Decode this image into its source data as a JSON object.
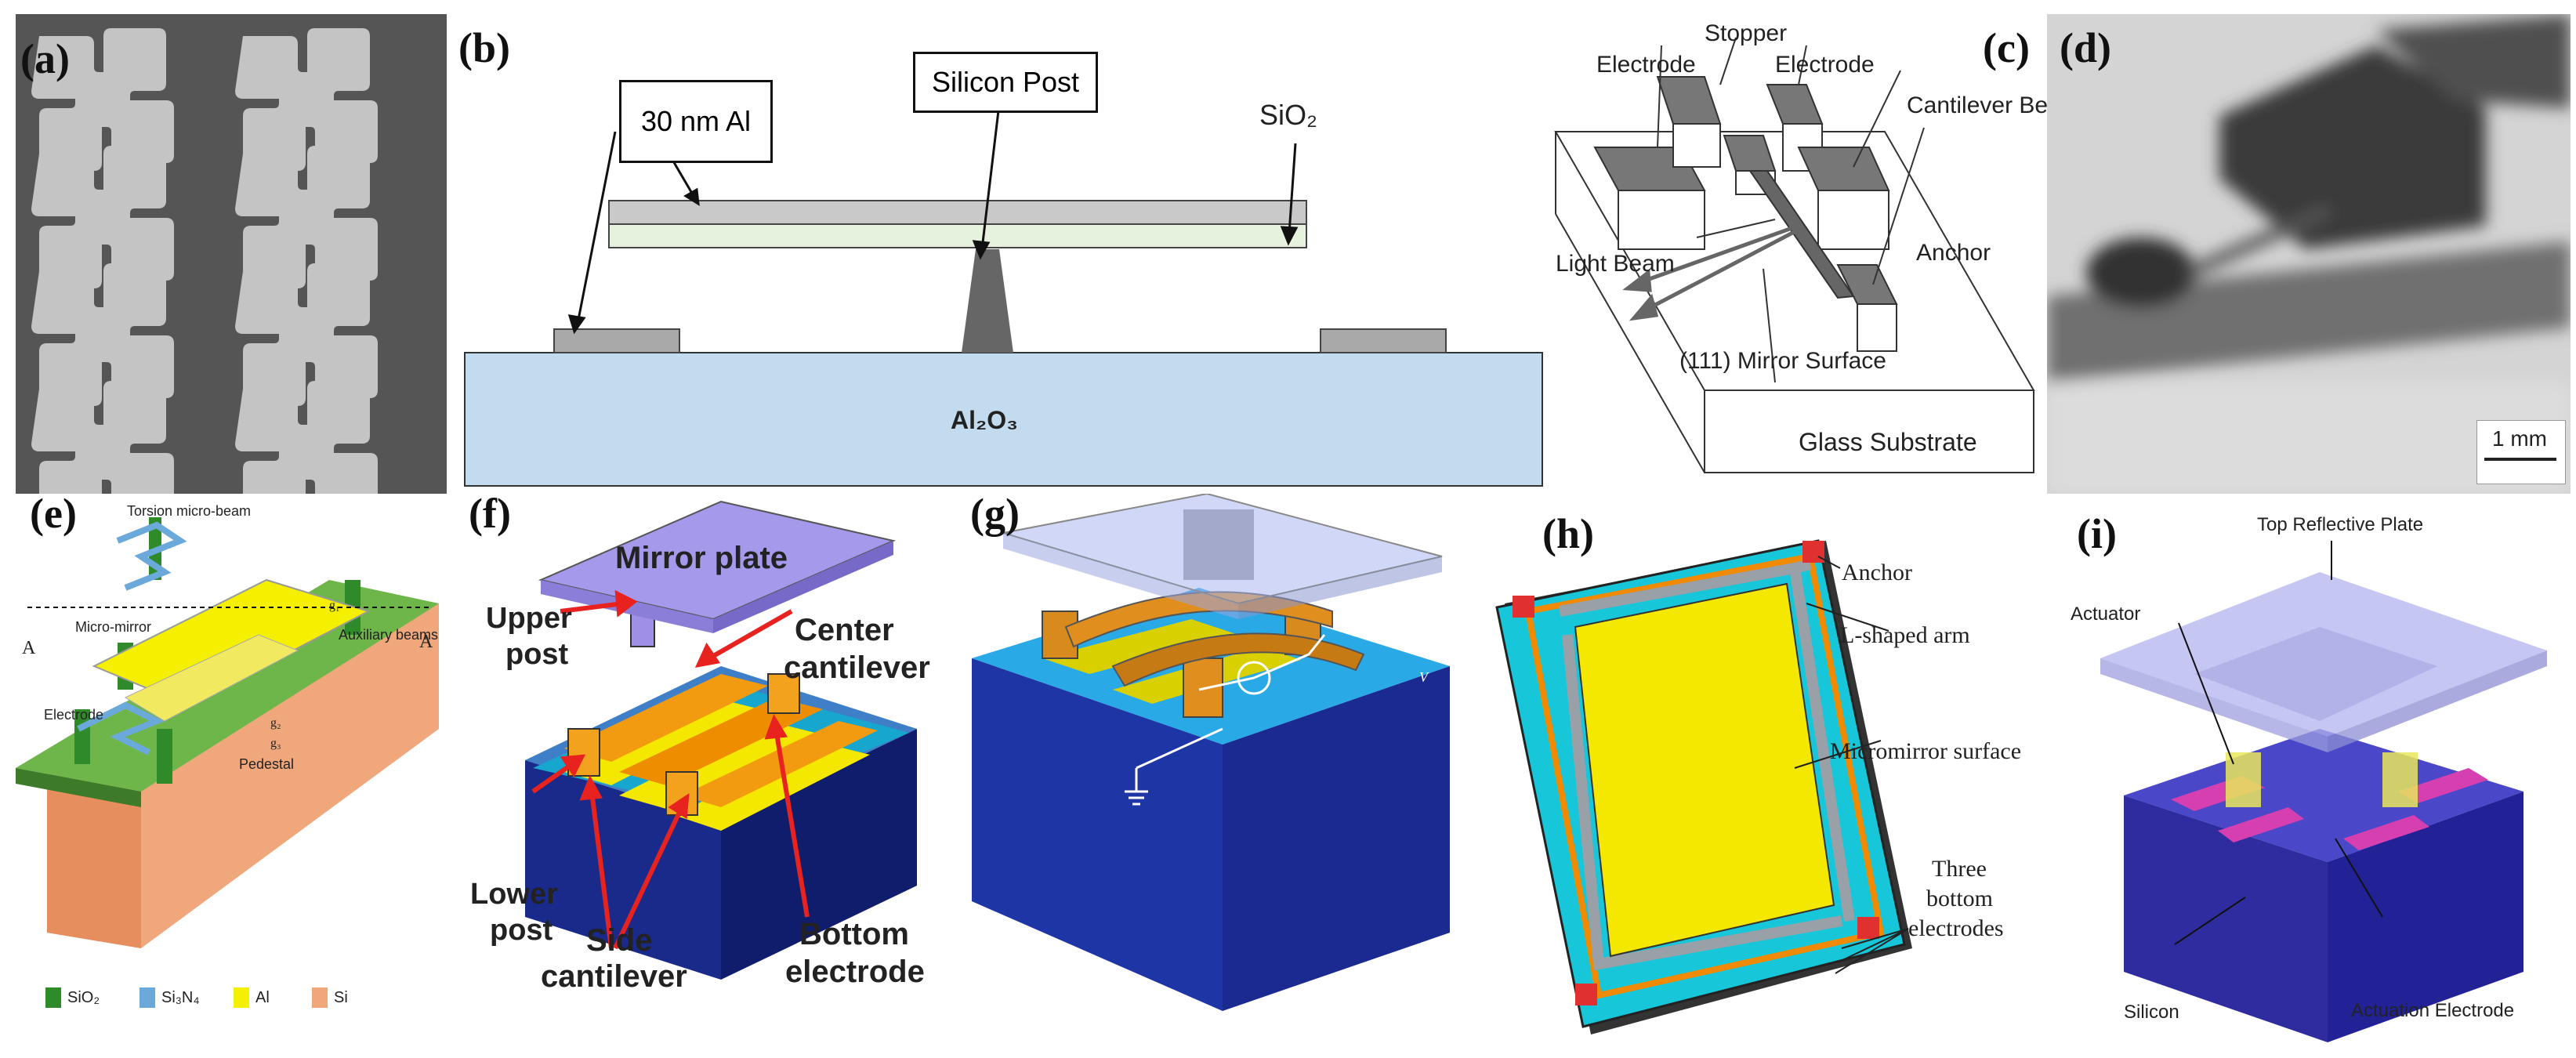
{
  "panels": {
    "a": {
      "letter": "(a)"
    },
    "b": {
      "letter": "(b)",
      "label_al": "30 nm Al",
      "label_post": "Silicon Post",
      "label_sio2": "SiO₂",
      "label_substrate": "Al₂O₃"
    },
    "c": {
      "letter": "(c)",
      "electrode_left": "Electrode",
      "stopper": "Stopper",
      "electrode_right": "Electrode",
      "cantilever": "Cantilever Beam",
      "light_beam": "Light Beam",
      "anchor": "Anchor",
      "mirror_surface": "(111) Mirror Surface",
      "substrate": "Glass Substrate"
    },
    "d": {
      "letter": "(d)",
      "scale": "1 mm"
    },
    "e": {
      "letter": "(e)",
      "torsion": "Torsion micro-beam",
      "micromirror": "Micro-mirror",
      "auxiliary": "Auxiliary beams",
      "electrode": "Electrode",
      "pedestal": "Pedestal",
      "section_left": "A",
      "section_right": "A",
      "gap1": "g₁",
      "gap2": "g₂",
      "gap3": "g₃",
      "legend": [
        {
          "label": "SiO₂",
          "color": "#2f8a2a"
        },
        {
          "label": "Si₃N₄",
          "color": "#6aa9d9"
        },
        {
          "label": "Al",
          "color": "#f4f000"
        },
        {
          "label": "Si",
          "color": "#f0a77b"
        }
      ]
    },
    "f": {
      "letter": "(f)",
      "mirror_plate": "Mirror plate",
      "upper_post_1": "Upper",
      "upper_post_2": "post",
      "center_1": "Center",
      "center_2": "cantilever",
      "lower_post_1": "Lower",
      "lower_post_2": "post",
      "side_1": "Side",
      "side_2": "cantilever",
      "bottom_1": "Bottom",
      "bottom_2": "electrode"
    },
    "g": {
      "letter": "(g)",
      "source": "V"
    },
    "h": {
      "letter": "(h)",
      "anchor": "Anchor",
      "arm": "L-shaped arm",
      "surface": "Micromirror surface",
      "bottom_1": "Three",
      "bottom_2": "bottom",
      "bottom_3": "electrodes"
    },
    "i": {
      "letter": "(i)",
      "plate": "Top Reflective Plate",
      "actuator": "Actuator",
      "silicon": "Silicon",
      "electrode": "Actuation Electrode"
    }
  }
}
